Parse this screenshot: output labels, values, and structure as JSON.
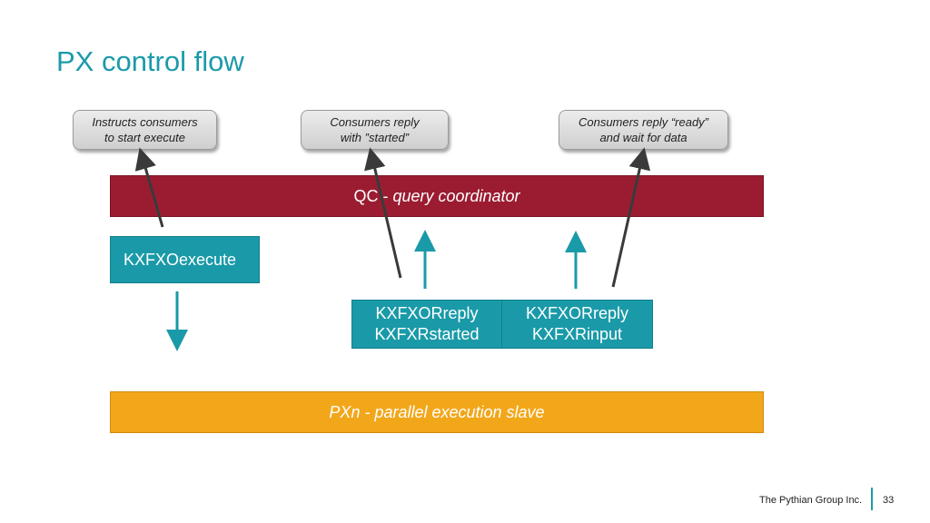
{
  "title": "PX control flow",
  "callouts": [
    {
      "line1": "Instructs consumers",
      "line2": "to start execute"
    },
    {
      "line1": "Consumers reply",
      "line2": "with ”started”"
    },
    {
      "line1": "Consumers reply “ready”",
      "line2": "and wait for data"
    }
  ],
  "qc": {
    "prefix": "QC - ",
    "suffix": "query coordinator"
  },
  "px": {
    "prefix": "PX",
    "n": "n",
    "suffix": " - parallel execution slave"
  },
  "kxfxo_execute": "KXFXOexecute",
  "kx_started": {
    "line1": "KXFXORreply",
    "line2": "KXFXRstarted"
  },
  "kx_input": {
    "line1": "KXFXORreply",
    "line2": "KXFXRinput"
  },
  "footer": {
    "company": "The Pythian Group Inc.",
    "page": "33"
  },
  "colors": {
    "title": "#1b9aaa",
    "qc": "#9b1c31",
    "px": "#f2a71b",
    "teal": "#1a9aa8",
    "arrow_dark": "#3a3a3a"
  }
}
